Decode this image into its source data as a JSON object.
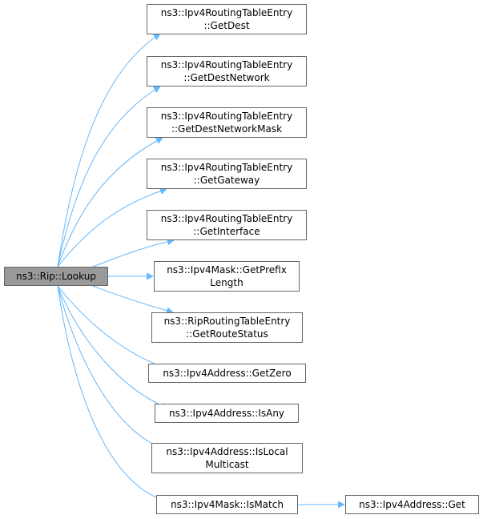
{
  "colors": {
    "edge": "#63b8ff",
    "root_fill": "#999999",
    "node_border": "#666666"
  },
  "root": {
    "label": "ns3::Rip::Lookup"
  },
  "nodes": [
    {
      "id": "getdest",
      "lines": [
        "ns3::Ipv4RoutingTableEntry",
        "::GetDest"
      ]
    },
    {
      "id": "getdestnetwork",
      "lines": [
        "ns3::Ipv4RoutingTableEntry",
        "::GetDestNetwork"
      ]
    },
    {
      "id": "getdestnetworkmask",
      "lines": [
        "ns3::Ipv4RoutingTableEntry",
        "::GetDestNetworkMask"
      ]
    },
    {
      "id": "getgateway",
      "lines": [
        "ns3::Ipv4RoutingTableEntry",
        "::GetGateway"
      ]
    },
    {
      "id": "getinterface",
      "lines": [
        "ns3::Ipv4RoutingTableEntry",
        "::GetInterface"
      ]
    },
    {
      "id": "getprefixlength",
      "lines": [
        "ns3::Ipv4Mask::GetPrefix",
        "Length"
      ]
    },
    {
      "id": "getroutestatus",
      "lines": [
        "ns3::RipRoutingTableEntry",
        "::GetRouteStatus"
      ]
    },
    {
      "id": "getzero",
      "lines": [
        "ns3::Ipv4Address::GetZero"
      ]
    },
    {
      "id": "isany",
      "lines": [
        "ns3::Ipv4Address::IsAny"
      ]
    },
    {
      "id": "islocalmulticast",
      "lines": [
        "ns3::Ipv4Address::IsLocal",
        "Multicast"
      ]
    },
    {
      "id": "ismatch",
      "lines": [
        "ns3::Ipv4Mask::IsMatch"
      ]
    }
  ],
  "secondary": {
    "id": "ipv4addressget",
    "label": "ns3::Ipv4Address::Get"
  }
}
